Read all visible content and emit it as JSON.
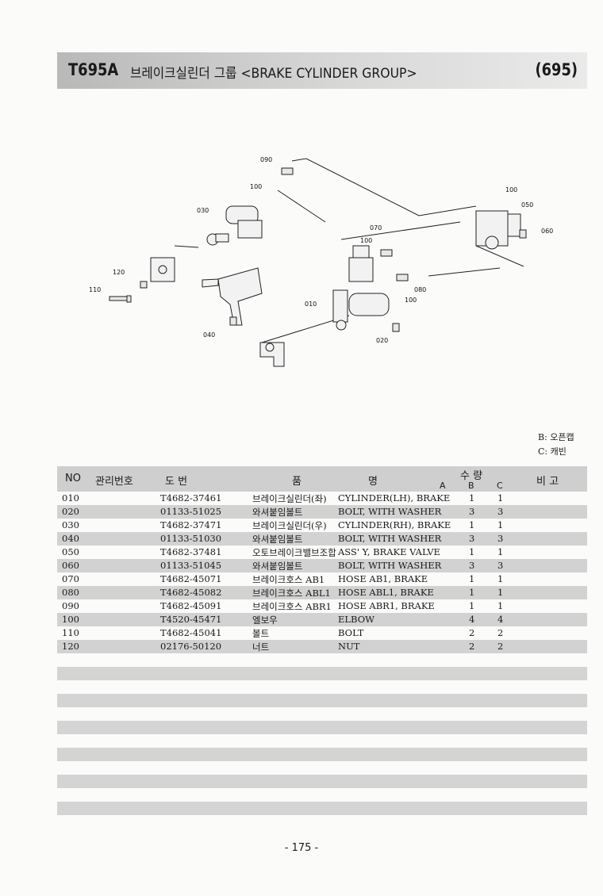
{
  "header": {
    "code": "T695A",
    "title": "브레이크실린더 그룹 <BRAKE CYLINDER GROUP>",
    "page_ref": "(695)"
  },
  "diagram": {
    "labels": [
      "090",
      "100",
      "030",
      "100",
      "050",
      "070",
      "100",
      "060",
      "120",
      "110",
      "080",
      "100",
      "010",
      "040",
      "020"
    ]
  },
  "legend": {
    "b": "B: 오픈캡",
    "c": "C: 캐빈"
  },
  "table": {
    "headers": {
      "no": "NO",
      "mgmt": "관리번호",
      "drawing": "도     번",
      "name_a": "품",
      "name_b": "명",
      "qty": "수  량",
      "a": "A",
      "b": "B",
      "c": "C",
      "remarks": "비    고"
    },
    "rows": [
      {
        "no": "010",
        "drawing": "T4682-37461",
        "korean": "브레이크실린더(좌)",
        "english": "CYLINDER(LH), BRAKE",
        "b": "1",
        "c": "1"
      },
      {
        "no": "020",
        "drawing": "01133-51025",
        "korean": "와셔붙임볼트",
        "english": "BOLT, WITH WASHER",
        "b": "3",
        "c": "3"
      },
      {
        "no": "030",
        "drawing": "T4682-37471",
        "korean": "브레이크실린더(우)",
        "english": "CYLINDER(RH), BRAKE",
        "b": "1",
        "c": "1"
      },
      {
        "no": "040",
        "drawing": "01133-51030",
        "korean": "와셔붙임볼트",
        "english": "BOLT, WITH WASHER",
        "b": "3",
        "c": "3"
      },
      {
        "no": "050",
        "drawing": "T4682-37481",
        "korean": "오토브레이크밸브조합",
        "english": "ASS' Y, BRAKE VALVE",
        "b": "1",
        "c": "1"
      },
      {
        "no": "060",
        "drawing": "01133-51045",
        "korean": "와셔붙임볼트",
        "english": "BOLT, WITH WASHER",
        "b": "3",
        "c": "3"
      },
      {
        "no": "070",
        "drawing": "T4682-45071",
        "korean": "브레이크호스 AB1",
        "english": "HOSE AB1, BRAKE",
        "b": "1",
        "c": "1"
      },
      {
        "no": "080",
        "drawing": "T4682-45082",
        "korean": "브레이크호스 ABL1",
        "english": "HOSE ABL1, BRAKE",
        "b": "1",
        "c": "1"
      },
      {
        "no": "090",
        "drawing": "T4682-45091",
        "korean": "브레이크호스 ABR1",
        "english": "HOSE ABR1, BRAKE",
        "b": "1",
        "c": "1"
      },
      {
        "no": "100",
        "drawing": "T4520-45471",
        "korean": "엘보우",
        "english": "ELBOW",
        "b": "4",
        "c": "4"
      },
      {
        "no": "110",
        "drawing": "T4682-45041",
        "korean": "볼트",
        "english": "BOLT",
        "b": "2",
        "c": "2"
      },
      {
        "no": "120",
        "drawing": "02176-50120",
        "korean": "너트",
        "english": "NUT",
        "b": "2",
        "c": "2"
      }
    ]
  },
  "footer": {
    "page": "- 175 -"
  }
}
